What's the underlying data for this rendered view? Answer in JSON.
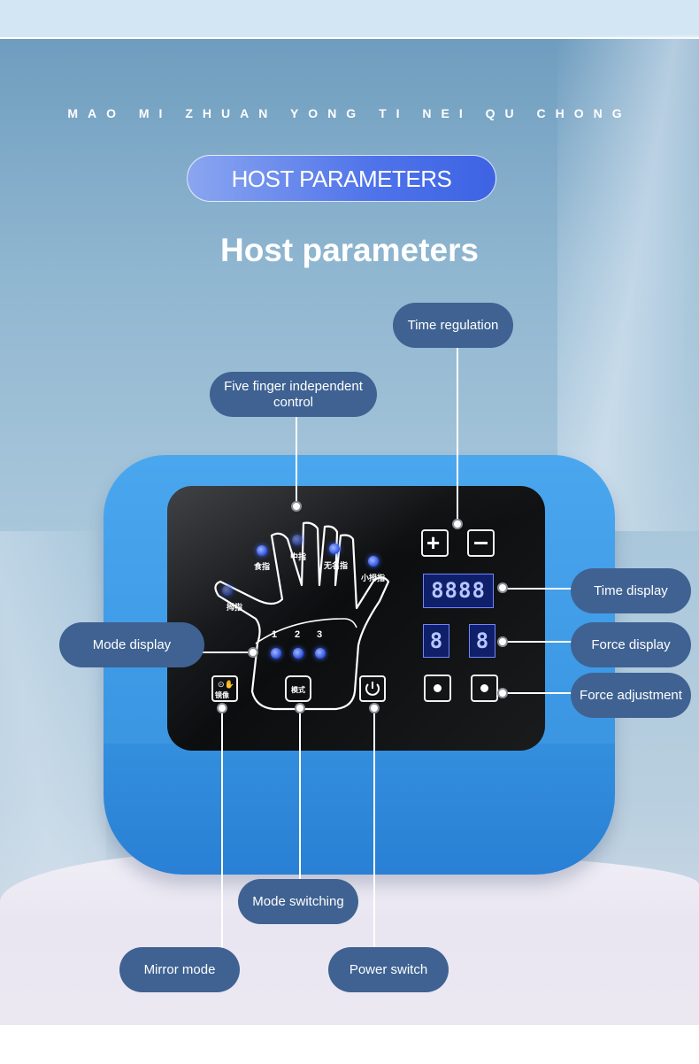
{
  "header": {
    "tagline": "MAO MI ZHUAN YONG TI NEI QU CHONG",
    "pill_title": "HOST PARAMETERS",
    "heading": "Host parameters"
  },
  "callouts": {
    "time_regulation": "Time regulation",
    "five_finger": "Five finger independent control",
    "time_display": "Time display",
    "mode_display": "Mode display",
    "force_display": "Force display",
    "force_adjustment": "Force adjustment",
    "mode_switching": "Mode switching",
    "mirror_mode": "Mirror mode",
    "power_switch": "Power switch"
  },
  "panel": {
    "mode_numbers": [
      "1",
      "2",
      "3"
    ],
    "time_digits": "8888",
    "force_left": "8",
    "force_right": "8",
    "finger_labels": [
      "拇指",
      "食指",
      "中指",
      "无名指",
      "小拇指"
    ],
    "mirror_button_text": "镜像",
    "mode_button_text": "模式"
  },
  "colors": {
    "accent_pill": "#4f73ea",
    "device_body": "#3c98e4",
    "callout_bg": "#3f6292",
    "led_blue": "#2d4fe0"
  }
}
